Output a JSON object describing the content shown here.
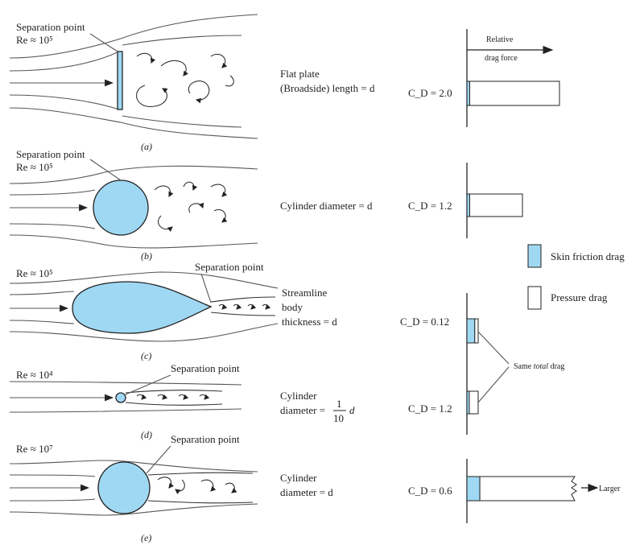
{
  "colors": {
    "skin_friction": "#9fd8f3",
    "pressure": "#ffffff",
    "stroke": "#222222"
  },
  "legend": {
    "skin_friction": "Skin friction drag",
    "pressure": "Pressure drag"
  },
  "axis": {
    "title_line1": "Relative",
    "title_line2": "drag force"
  },
  "annotations": {
    "same_total": "Same total drag",
    "larger": "Larger"
  },
  "cases": [
    {
      "caption": "(a)",
      "re": "Re ≈ 10⁵",
      "separation": "Separation point",
      "desc_line1": "Flat plate",
      "desc_line2": "(Broadside) length = d",
      "desc_line3": "",
      "cd": "C_D = 2.0",
      "skin_friction_fraction": 0.03,
      "pressure_fraction": 0.97
    },
    {
      "caption": "(b)",
      "re": "Re ≈ 10⁵",
      "separation": "Separation point",
      "desc_line1": "Cylinder diameter = d",
      "desc_line2": "",
      "desc_line3": "",
      "cd": "C_D = 1.2",
      "skin_friction_fraction": 0.05,
      "pressure_fraction": 0.95
    },
    {
      "caption": "(c)",
      "re": "Re ≈ 10⁵",
      "separation": "Separation point",
      "desc_line1": "Streamline",
      "desc_line2": "body",
      "desc_line3": "thickness = d",
      "cd": "C_D = 0.12",
      "skin_friction_fraction": 0.7,
      "pressure_fraction": 0.3
    },
    {
      "caption": "(d)",
      "re": "Re ≈ 10⁴",
      "separation": "Separation point",
      "desc_line1": "Cylinder",
      "desc_line2": "diameter =",
      "desc_fraction": "1/10 d",
      "desc_line3": "",
      "cd": "C_D = 1.2",
      "skin_friction_fraction": 0.05,
      "pressure_fraction": 0.95
    },
    {
      "caption": "(e)",
      "re": "Re ≈ 10⁷",
      "separation": "Separation point",
      "desc_line1": "Cylinder",
      "desc_line2": "diameter = d",
      "desc_line3": "",
      "cd": "C_D = 0.6",
      "skin_friction_fraction": 0.12,
      "pressure_fraction": 0.88
    }
  ]
}
